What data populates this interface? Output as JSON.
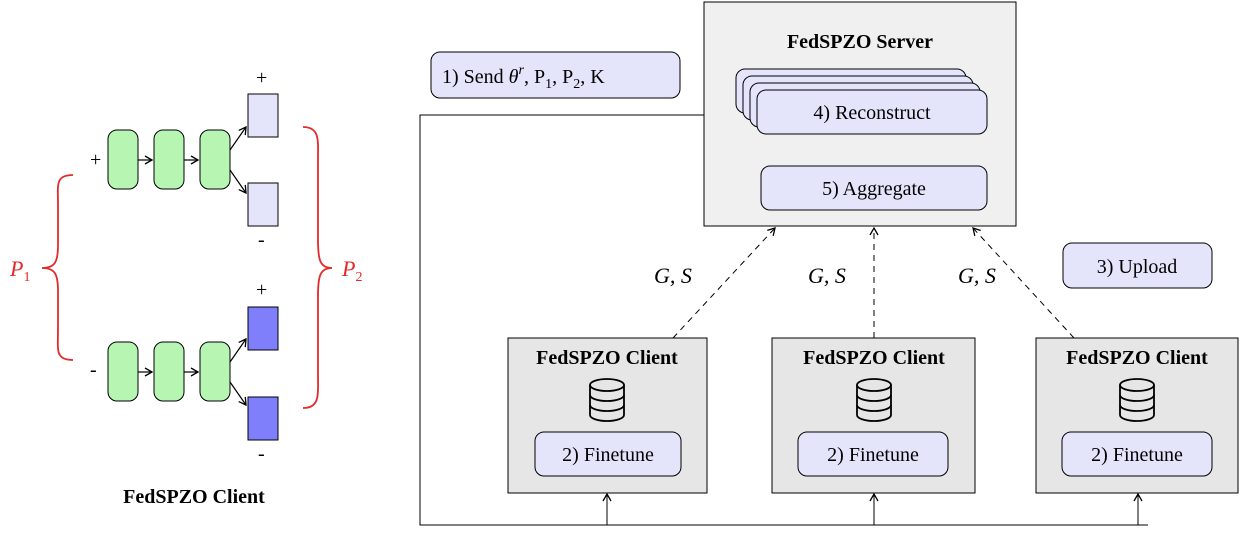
{
  "left_panel": {
    "caption": "FedSPZO Client",
    "brace_left_label": "P",
    "brace_left_sub": "1",
    "brace_right_label": "P",
    "brace_right_sub": "2",
    "upper_sign": "+",
    "lower_sign": "-",
    "upper_head_top_sign": "+",
    "upper_head_bottom_sign": "-",
    "lower_head_top_sign": "+",
    "lower_head_bottom_sign": "-",
    "colors": {
      "block": "#b7f5b3",
      "head_light": "#e4e4fb",
      "head_dark": "#7f7ffc",
      "brace": "#e32b2b"
    }
  },
  "right_panel": {
    "server_title": "FedSPZO Server",
    "send_label_prefix": "1) Send ",
    "send_theta": "θ",
    "send_theta_sup": "r",
    "send_rest": ", P",
    "send_p1_sub": "1",
    "send_p2": ", P",
    "send_p2_sub": "2",
    "send_k": ", K",
    "reconstruct_label": "4) Reconstruct",
    "aggregate_label": "5) Aggregate",
    "upload_label": "3) Upload",
    "edge_label": "G, S",
    "clients": [
      {
        "title": "FedSPZO Client",
        "step": "2) Finetune"
      },
      {
        "title": "FedSPZO Client",
        "step": "2) Finetune"
      },
      {
        "title": "FedSPZO Client",
        "step": "2) Finetune"
      }
    ],
    "colors": {
      "server_bg": "#f0f0f0",
      "client_bg": "#e6e6e6",
      "step_box": "#e4e4fb"
    }
  }
}
